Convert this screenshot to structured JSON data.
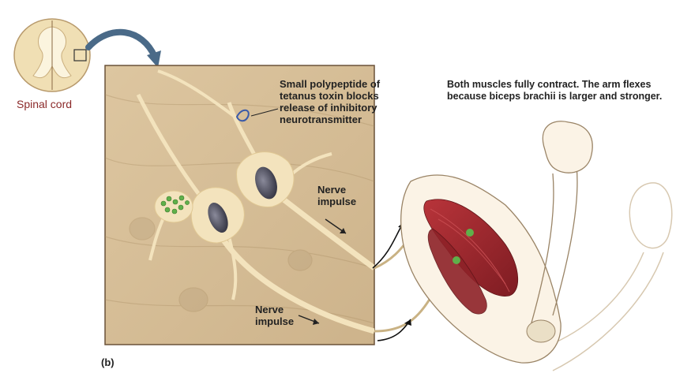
{
  "labels": {
    "spinal_cord": "Spinal cord",
    "panel": "(b)",
    "toxin": "Small polypeptide of tetanus toxin blocks release of inhibitory neurotransmitter",
    "nerve_impulse_top": "Nerve impulse",
    "nerve_impulse_bottom": "Nerve impulse",
    "summary": "Both muscles fully contract. The arm flexes because biceps brachii is larger and stronger."
  },
  "colors": {
    "panel_bg": "#d8c09a",
    "neuron": "#f3e3bd",
    "muscle": "#a0262c",
    "cord_label": "#8b2a2a",
    "arrow": "#4a6a88",
    "vesicle": "#5fb04a"
  }
}
